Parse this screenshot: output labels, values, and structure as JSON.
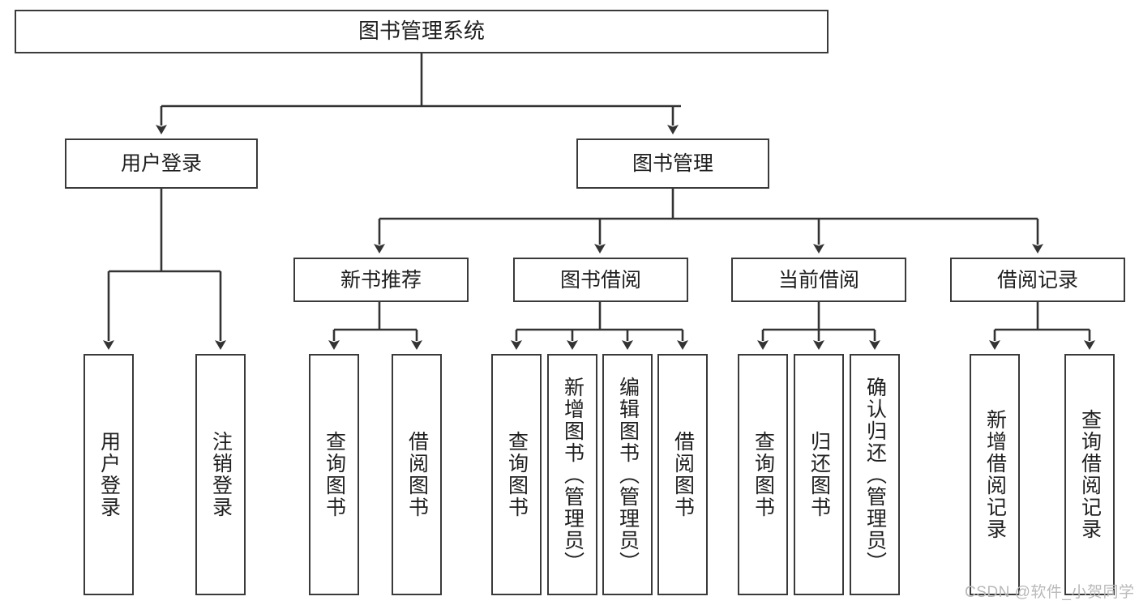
{
  "diagram": {
    "type": "tree-hierarchy-chart",
    "title": "图书管理系统",
    "orientation": "top-down",
    "colors": {
      "box_border": "#3a3a3a",
      "box_fill": "#ffffff",
      "text": "#1f1f1f",
      "edge": "#333333",
      "watermark": "#b9b9b9",
      "background": "#ffffff"
    },
    "nodes": {
      "root": {
        "label": "图书管理系统",
        "level": 0
      },
      "level1": [
        {
          "id": "user-login",
          "label": "用户登录"
        },
        {
          "id": "book-management",
          "label": "图书管理"
        }
      ],
      "level2": [
        {
          "id": "new-book-recommend",
          "label": "新书推荐",
          "parent": "book-management"
        },
        {
          "id": "book-borrow",
          "label": "图书借阅",
          "parent": "book-management"
        },
        {
          "id": "current-borrow",
          "label": "当前借阅",
          "parent": "book-management"
        },
        {
          "id": "borrow-record",
          "label": "借阅记录",
          "parent": "book-management"
        }
      ],
      "leaves": {
        "user-login": [
          {
            "id": "leaf-user-login",
            "label": "用户登录"
          },
          {
            "id": "leaf-user-logout",
            "label": "注销登录"
          }
        ],
        "new-book-recommend": [
          {
            "id": "leaf-query-book-1",
            "label": "查询图书"
          },
          {
            "id": "leaf-borrow-book-1",
            "label": "借阅图书"
          }
        ],
        "book-borrow": [
          {
            "id": "leaf-query-book-2",
            "label": "查询图书"
          },
          {
            "id": "leaf-add-book",
            "label": "新增图书（管理员）"
          },
          {
            "id": "leaf-edit-book",
            "label": "编辑图书（管理员）"
          },
          {
            "id": "leaf-borrow-book-2",
            "label": "借阅图书"
          }
        ],
        "current-borrow": [
          {
            "id": "leaf-query-book-3",
            "label": "查询图书"
          },
          {
            "id": "leaf-return-book",
            "label": "归还图书"
          },
          {
            "id": "leaf-confirm-return",
            "label": "确认归还（管理员）"
          }
        ],
        "borrow-record": [
          {
            "id": "leaf-add-record",
            "label": "新增借阅记录"
          },
          {
            "id": "leaf-query-record",
            "label": "查询借阅记录"
          }
        ]
      }
    }
  },
  "watermark": {
    "text": "CSDN @软件_小贺同学"
  }
}
